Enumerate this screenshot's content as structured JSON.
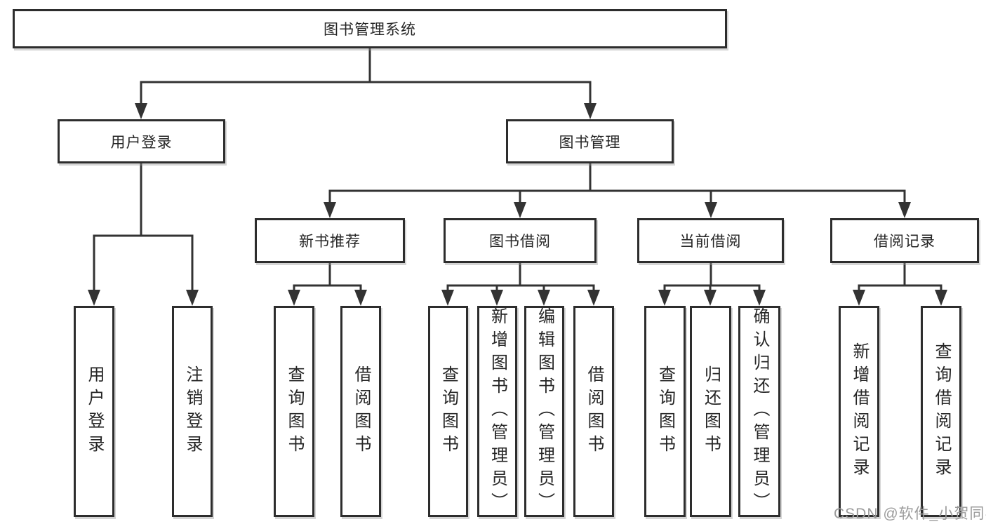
{
  "diagram": {
    "root": {
      "label": "图书管理系统"
    },
    "level2": [
      {
        "label": "用户登录"
      },
      {
        "label": "图书管理"
      }
    ],
    "level3": [
      {
        "label": "新书推荐"
      },
      {
        "label": "图书借阅"
      },
      {
        "label": "当前借阅"
      },
      {
        "label": "借阅记录"
      }
    ],
    "leaves": {
      "user_login": [
        {
          "label": "用户登录"
        },
        {
          "label": "注销登录"
        }
      ],
      "new_book_recommend": [
        {
          "label": "查询图书"
        },
        {
          "label": "借阅图书"
        }
      ],
      "book_borrow": [
        {
          "label": "查询图书"
        },
        {
          "label": "新增图书（管理员）"
        },
        {
          "label": "编辑图书（管理员）"
        },
        {
          "label": "借阅图书"
        }
      ],
      "current_borrow": [
        {
          "label": "查询图书"
        },
        {
          "label": "归还图书"
        },
        {
          "label": "确认归还（管理员）"
        }
      ],
      "borrow_records": [
        {
          "label": "新增借阅记录"
        },
        {
          "label": "查询借阅记录"
        }
      ]
    }
  },
  "watermark": {
    "text": "CSDN @软件_小贺同学"
  },
  "colors": {
    "line": "#333333",
    "box_border": "#2d2d2d",
    "text": "#262626",
    "watermark": "#9b9b9b",
    "background": "#ffffff"
  }
}
